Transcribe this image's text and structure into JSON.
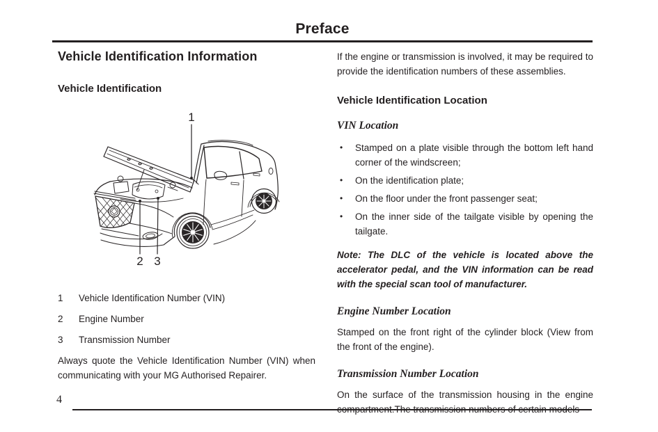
{
  "header": {
    "title": "Preface"
  },
  "colors": {
    "ink": "#231f20",
    "paper": "#ffffff"
  },
  "bullet_char": "•",
  "left_column": {
    "title": "Vehicle Identification Information",
    "subtitle": "Vehicle Identification",
    "figure": {
      "callouts": [
        "1",
        "2",
        "3"
      ]
    },
    "legend": [
      {
        "num": "1",
        "label": "Vehicle Identification Number (VIN)"
      },
      {
        "num": "2",
        "label": "Engine Number"
      },
      {
        "num": "3",
        "label": "Transmission Number"
      }
    ],
    "closing": "Always quote the Vehicle Identification Number (VIN) when communicating with your MG Authorised Repairer."
  },
  "right_column": {
    "intro": "If the engine or transmission is involved, it may be required to provide the identification numbers of these assemblies.",
    "section_title": "Vehicle Identification Location",
    "vin": {
      "heading": "VIN Location",
      "bullets": [
        "Stamped on a plate visible through the bottom left hand corner of the windscreen;",
        "On the identification plate;",
        "On the floor under the front passenger seat;",
        "On the inner side of the tailgate visible by opening the tailgate."
      ],
      "note": "Note: The DLC of the vehicle is located above the accelerator pedal, and the VIN information can be read with the special scan tool of manufacturer."
    },
    "engine": {
      "heading": "Engine Number Location",
      "body": "Stamped on the front right of the cylinder block (View from the front of the engine)."
    },
    "transmission": {
      "heading": "Transmission Number Location",
      "body": "On the surface of the transmission housing in the engine compartment.The transmission numbers of certain models"
    }
  },
  "footer": {
    "page_number": "4"
  }
}
